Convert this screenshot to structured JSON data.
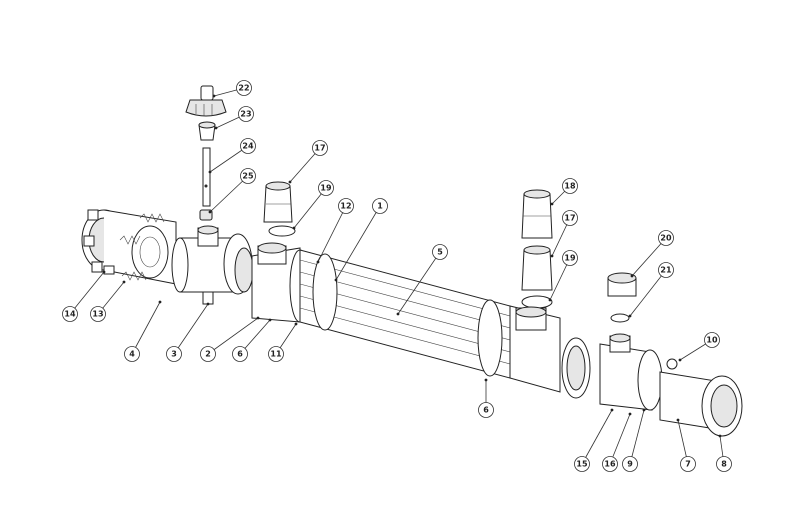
{
  "diagram": {
    "callouts": [
      {
        "id": "c22",
        "label": "22"
      },
      {
        "id": "c23",
        "label": "23"
      },
      {
        "id": "c24",
        "label": "24"
      },
      {
        "id": "c25",
        "label": "25"
      },
      {
        "id": "c17a",
        "label": "17"
      },
      {
        "id": "c19a",
        "label": "19"
      },
      {
        "id": "c12",
        "label": "12"
      },
      {
        "id": "c1",
        "label": "1"
      },
      {
        "id": "c5",
        "label": "5"
      },
      {
        "id": "c18",
        "label": "18"
      },
      {
        "id": "c17b",
        "label": "17"
      },
      {
        "id": "c19b",
        "label": "19"
      },
      {
        "id": "c20",
        "label": "20"
      },
      {
        "id": "c21",
        "label": "21"
      },
      {
        "id": "c10",
        "label": "10"
      },
      {
        "id": "c14",
        "label": "14"
      },
      {
        "id": "c13",
        "label": "13"
      },
      {
        "id": "c4",
        "label": "4"
      },
      {
        "id": "c3",
        "label": "3"
      },
      {
        "id": "c2",
        "label": "2"
      },
      {
        "id": "c6a",
        "label": "6"
      },
      {
        "id": "c11",
        "label": "11"
      },
      {
        "id": "c6b",
        "label": "6"
      },
      {
        "id": "c15",
        "label": "15"
      },
      {
        "id": "c16",
        "label": "16"
      },
      {
        "id": "c9",
        "label": "9"
      },
      {
        "id": "c7",
        "label": "7"
      },
      {
        "id": "c8",
        "label": "8"
      }
    ]
  }
}
